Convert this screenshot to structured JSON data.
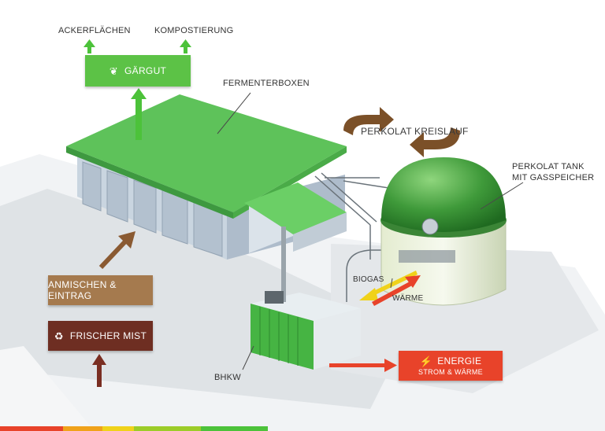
{
  "labels": {
    "ackerflaechen": "ACKERFLÄCHEN",
    "kompostierung": "KOMPOSTIERUNG",
    "gaergut": "GÄRGUT",
    "fermenterboxen": "FERMENTERBOXEN",
    "perkolat_kreislauf": "PERKOLAT KREISLAUF",
    "perkolat_tank_line1": "PERKOLAT TANK",
    "perkolat_tank_line2": "MIT GASSPEICHER",
    "anmischen": "ANMISCHEN & EINTRAG",
    "frischer_mist": "FRISCHER MIST",
    "biogas": "BIOGAS",
    "waerme": "WÄRME",
    "bhkw": "BHKW",
    "energie": "ENERGIE",
    "strom_waerme": "STROM & WÄRME"
  },
  "icons": {
    "gaergut": "sprout-icon",
    "frischer_mist": "recycle-icon",
    "energie": "lightning-icon"
  },
  "colors": {
    "green_box": "#5cc246",
    "brown_light": "#a57a4e",
    "brown_dark": "#6e2e22",
    "energy_red": "#e8432a",
    "arrow_green": "#4cc23a",
    "arrow_brown": "#8a5a32",
    "arrow_yellow": "#f0d21a",
    "roof_green": "#5ec25a",
    "dome_green": "#3f9a3a"
  },
  "bottom_bar_colors": [
    "#e8432a",
    "#f0a21a",
    "#f0d21a",
    "#9ccc28",
    "#4cc23a"
  ]
}
